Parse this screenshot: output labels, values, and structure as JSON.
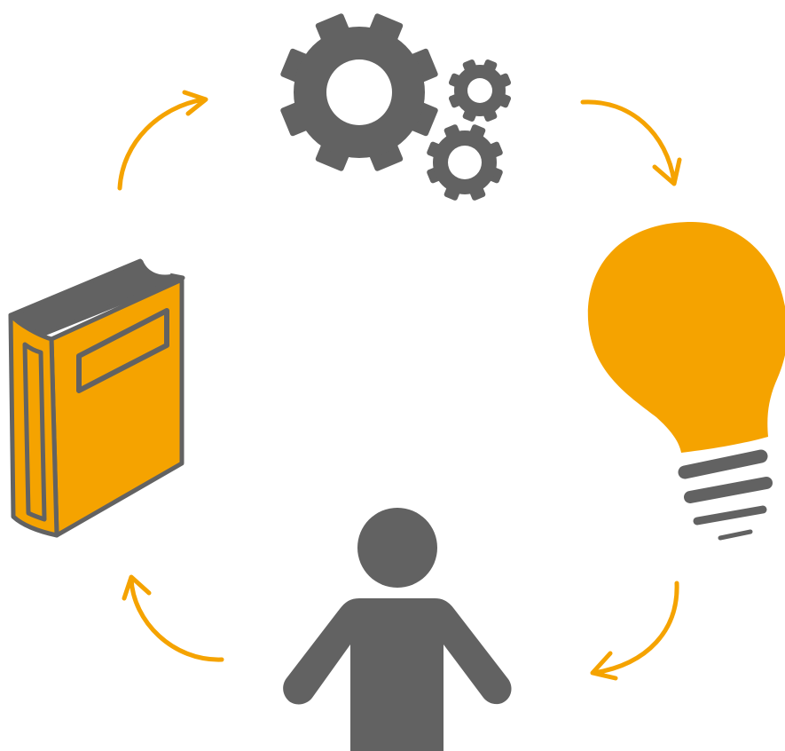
{
  "colors": {
    "accent": "#f5a300",
    "icon": "#626262",
    "background": "#ffffff"
  },
  "cycle": {
    "nodes": [
      {
        "id": "gears",
        "icon": "gears-icon"
      },
      {
        "id": "idea",
        "icon": "lightbulb-icon"
      },
      {
        "id": "person",
        "icon": "person-icon"
      },
      {
        "id": "knowledge",
        "icon": "book-icon"
      }
    ],
    "arrows": [
      {
        "from": "knowledge",
        "to": "gears"
      },
      {
        "from": "gears",
        "to": "idea"
      },
      {
        "from": "idea",
        "to": "person"
      },
      {
        "from": "person",
        "to": "knowledge"
      }
    ]
  }
}
